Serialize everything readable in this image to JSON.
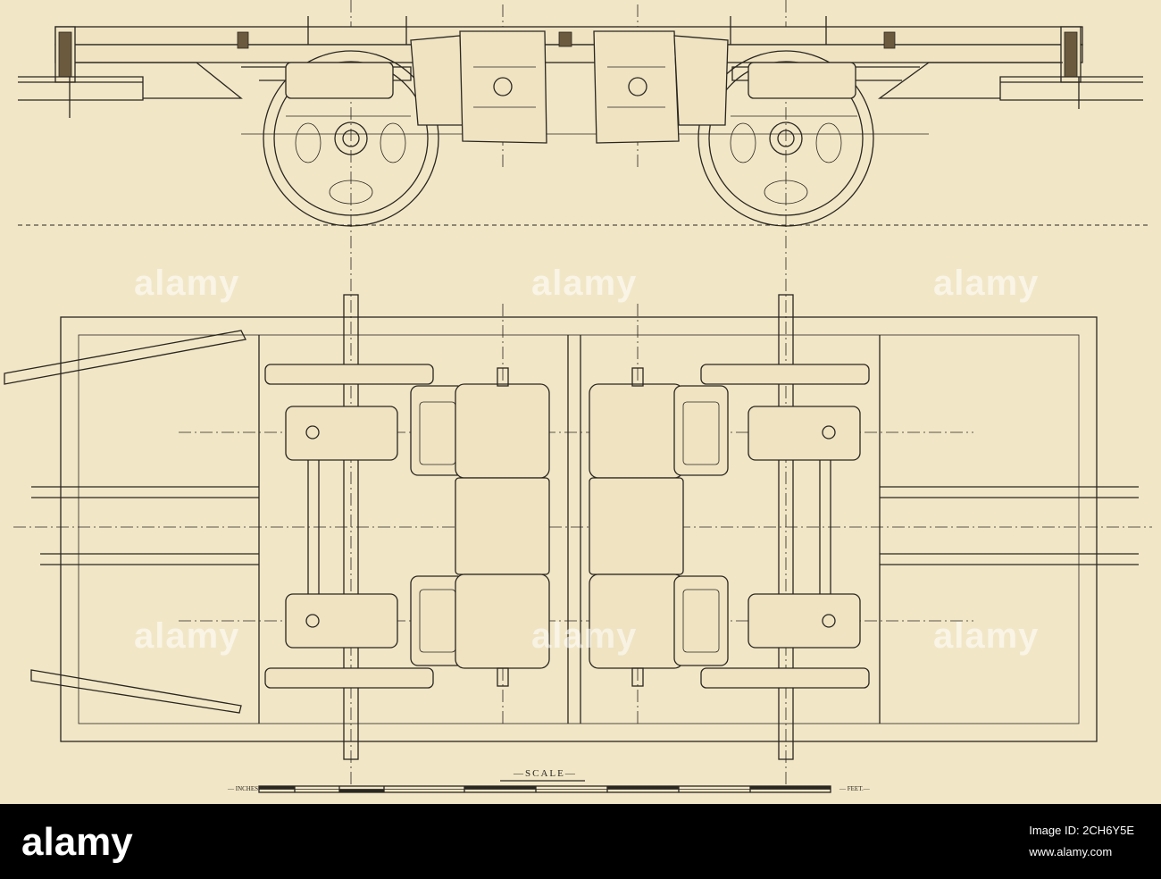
{
  "drawing": {
    "scale_title": "—SCALE—",
    "scale_left_label": "— INCHES —",
    "scale_right_label": "— FEET.—"
  },
  "watermark": {
    "text": "alamy"
  },
  "footer": {
    "logo": "alamy",
    "image_id_line": "Image ID: 2CH6Y5E",
    "url": "www.alamy.com"
  },
  "colors": {
    "paper": "#f1e6c6",
    "ink": "#2a2620",
    "footer_bg": "#000000"
  }
}
